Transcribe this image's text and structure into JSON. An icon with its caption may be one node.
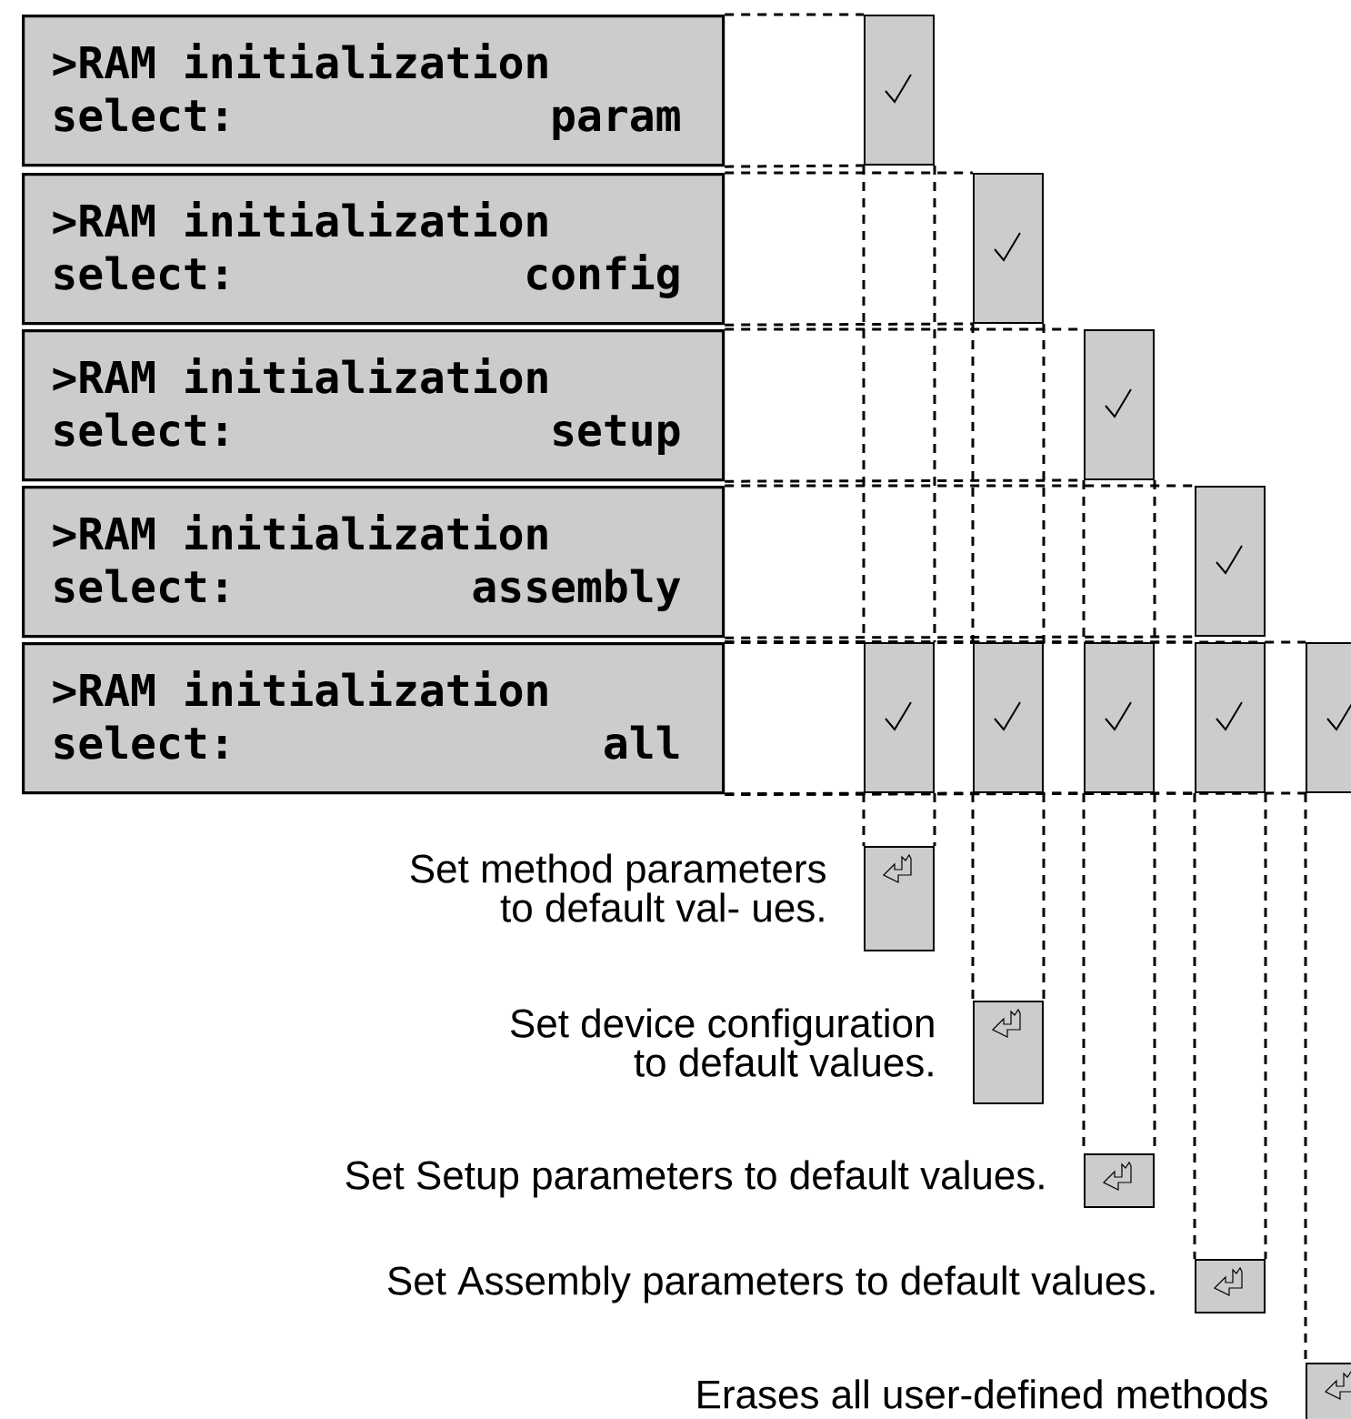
{
  "diagram": {
    "nodes": [
      {
        "text": [
          ">RAM initialization",
          "select:",
          "param"
        ]
      },
      {
        "text": [],
        "shape": "box"
      },
      {
        "text": [
          ">RAM initialization",
          "select:",
          "config"
        ]
      },
      {
        "text": [],
        "shape": "box"
      },
      {
        "text": [
          ">RAM initialization",
          "select:",
          "setup"
        ]
      },
      {
        "text": [],
        "shape": "box"
      },
      {
        "text": [
          ">RAM initialization",
          "select:",
          "assembly"
        ]
      },
      {
        "text": [],
        "shape": "box"
      },
      {
        "text": [
          ">RAM initialization",
          "select:",
          "all"
        ]
      },
      {
        "text": [],
        "shape": "box"
      },
      {
        "text": [],
        "shape": "box"
      },
      {
        "text": [],
        "shape": "box"
      },
      {
        "text": [],
        "shape": "box"
      },
      {
        "text": [],
        "shape": "box"
      },
      {
        "text": [],
        "shape": "box",
        "beside": [
          "Set method parameters to default val- ues."
        ]
      },
      {
        "text": [],
        "shape": "box",
        "beside": [
          "Set device configuration to default values."
        ]
      },
      {
        "text": [],
        "shape": "box",
        "beside": [
          "Set Setup parameters to default values."
        ]
      },
      {
        "text": [],
        "shape": "box",
        "beside": [
          "Set Assembly parameters to default values."
        ]
      },
      {
        "text": [],
        "shape": "box",
        "beside": [
          "Erases all user-defined methods"
        ]
      }
    ],
    "edges": [
      {
        "from": 0,
        "to": 1,
        "arrow": "none",
        "style": "dashed"
      },
      {
        "from": 2,
        "to": 3,
        "arrow": "none",
        "style": "dashed"
      },
      {
        "from": 4,
        "to": 5,
        "arrow": "none",
        "style": "dashed"
      },
      {
        "from": 6,
        "to": 7,
        "arrow": "none",
        "style": "dashed"
      },
      {
        "from": 8,
        "to": 9,
        "arrow": "none",
        "style": "dashed"
      },
      {
        "from": 8,
        "to": 10,
        "arrow": "none",
        "style": "dashed"
      },
      {
        "from": 8,
        "to": 11,
        "arrow": "none",
        "style": "dashed"
      },
      {
        "from": 8,
        "to": 12,
        "arrow": "none",
        "style": "dashed"
      },
      {
        "from": 8,
        "to": 13,
        "arrow": "none",
        "style": "dashed"
      },
      {
        "from": 1,
        "to": 9,
        "arrow": "none",
        "style": "dashed"
      },
      {
        "from": 3,
        "to": 10,
        "arrow": "none",
        "style": "dashed"
      },
      {
        "from": 5,
        "to": 11,
        "arrow": "none",
        "style": "dashed"
      },
      {
        "from": 9,
        "to": 14,
        "arrow": "none",
        "style": "dashed"
      },
      {
        "from": 10,
        "to": 15,
        "arrow": "none",
        "style": "dashed"
      },
      {
        "from": 11,
        "to": 16,
        "arrow": "none",
        "style": "dashed"
      },
      {
        "from": 12,
        "to": 17,
        "arrow": "none",
        "style": "dashed"
      },
      {
        "from": 13,
        "to": 18,
        "arrow": "none",
        "style": "dashed"
      }
    ]
  }
}
